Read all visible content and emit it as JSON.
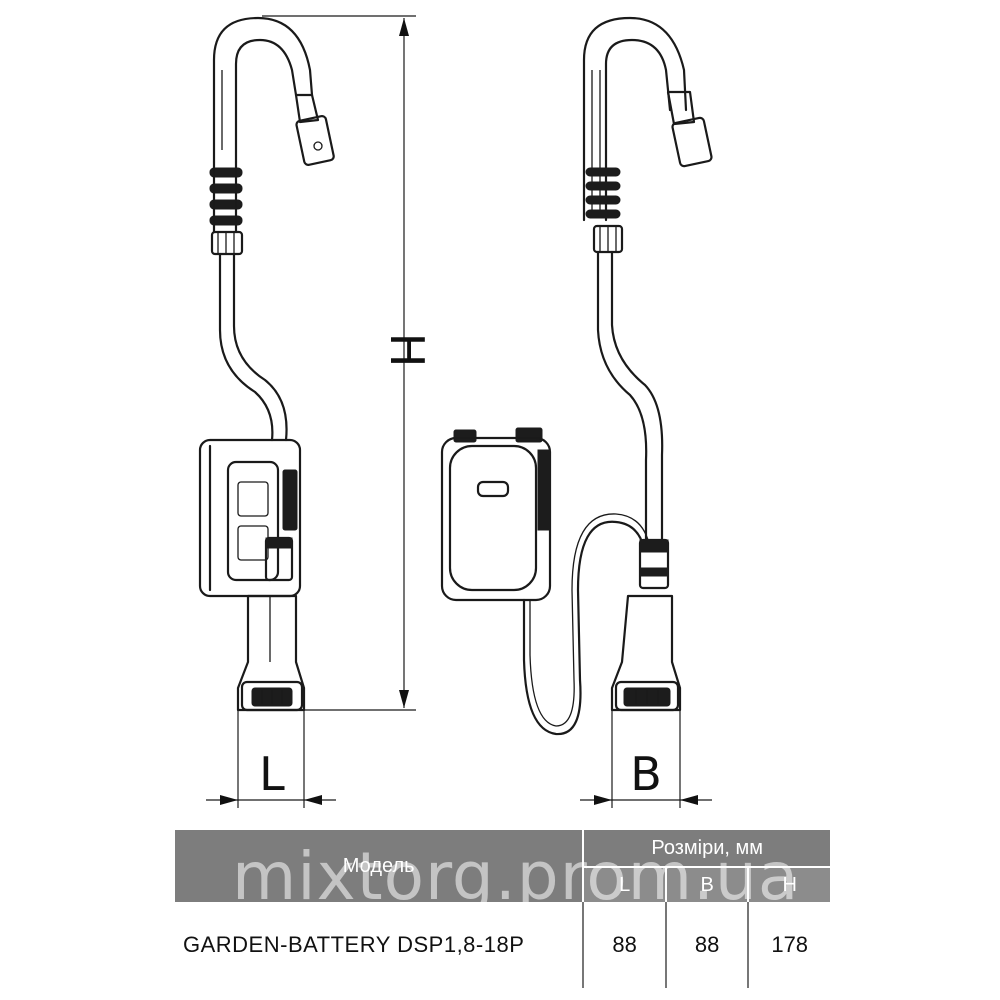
{
  "dimensions": {
    "l_label": "L",
    "b_label": "B",
    "h_label": "H"
  },
  "table": {
    "model_header": "Модель",
    "sizes_header": "Розміри, мм",
    "columns": [
      "L",
      "B",
      "H"
    ],
    "rows": [
      {
        "model": "GARDEN-BATTERY DSP1,8-18P",
        "values": [
          "88",
          "88",
          "178"
        ]
      }
    ]
  },
  "watermark": "mixtorg.prom.ua"
}
